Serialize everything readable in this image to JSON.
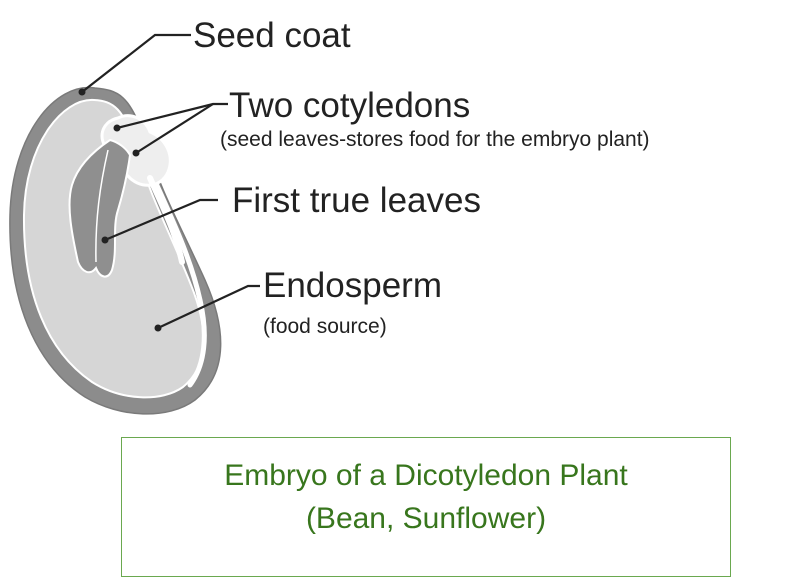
{
  "labels": {
    "seed_coat": "Seed coat",
    "two_cotyledons": "Two cotyledons",
    "two_cotyledons_note": "(seed leaves-stores food for the embryo plant)",
    "first_true_leaves": "First true leaves",
    "endosperm": "Endosperm",
    "endosperm_note": "(food source)"
  },
  "caption": {
    "line1": "Embryo of a Dicotyledon Plant",
    "line2": "(Bean, Sunflower)"
  },
  "colors": {
    "seed_coat_fill": "#8c8c8c",
    "endosperm_fill": "#d6d6d6",
    "cotyledon_fill": "#eeeeee",
    "leaf_fill": "#8f8f8f",
    "caption_text": "#38761d",
    "caption_border": "#6aa84f"
  }
}
